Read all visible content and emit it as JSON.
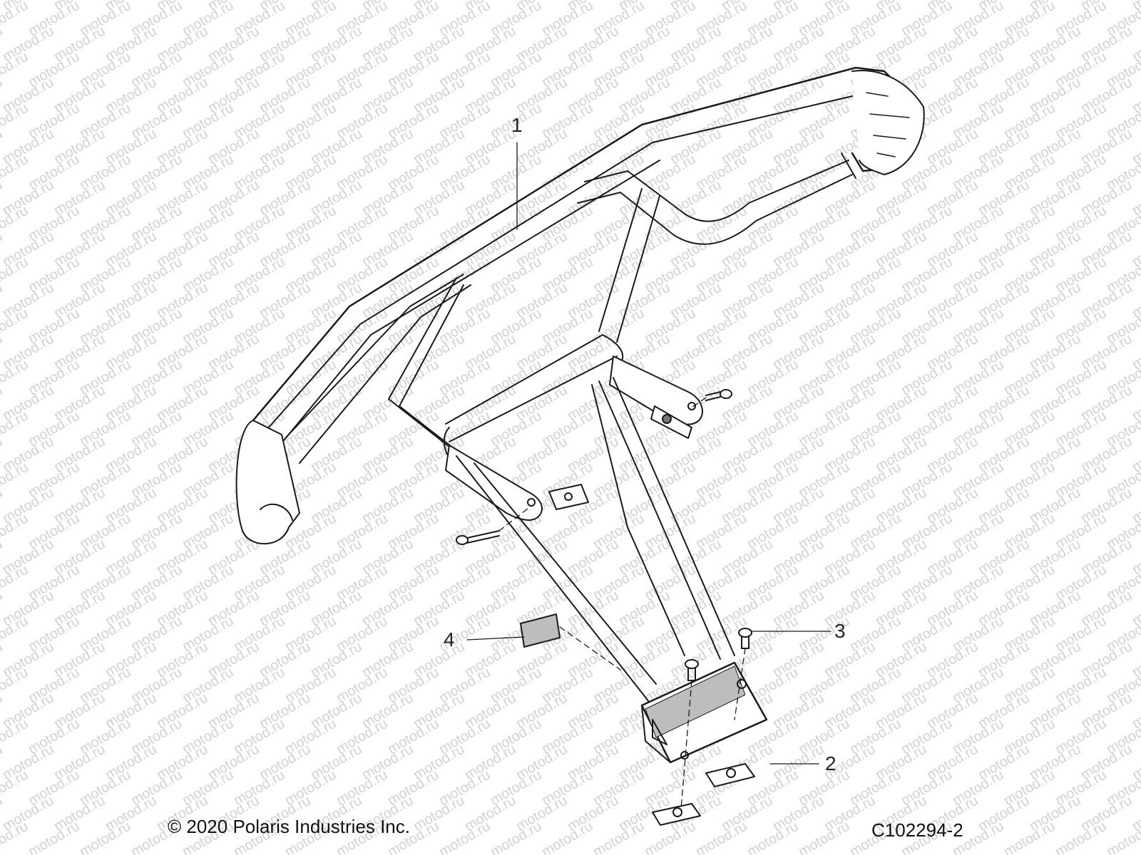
{
  "watermark": {
    "text": "motod.ru",
    "color": "#d2d2d2"
  },
  "callouts": [
    {
      "id": "1",
      "label": "1"
    },
    {
      "id": "2",
      "label": "2"
    },
    {
      "id": "3",
      "label": "3"
    },
    {
      "id": "4",
      "label": "4"
    }
  ],
  "footer": {
    "copyright": "© 2020 Polaris Industries Inc.",
    "diagram_id": "C102294-2"
  },
  "colors": {
    "line": "#1a1a1a",
    "fill": "#ffffff",
    "shade": "#bdbdbd"
  }
}
